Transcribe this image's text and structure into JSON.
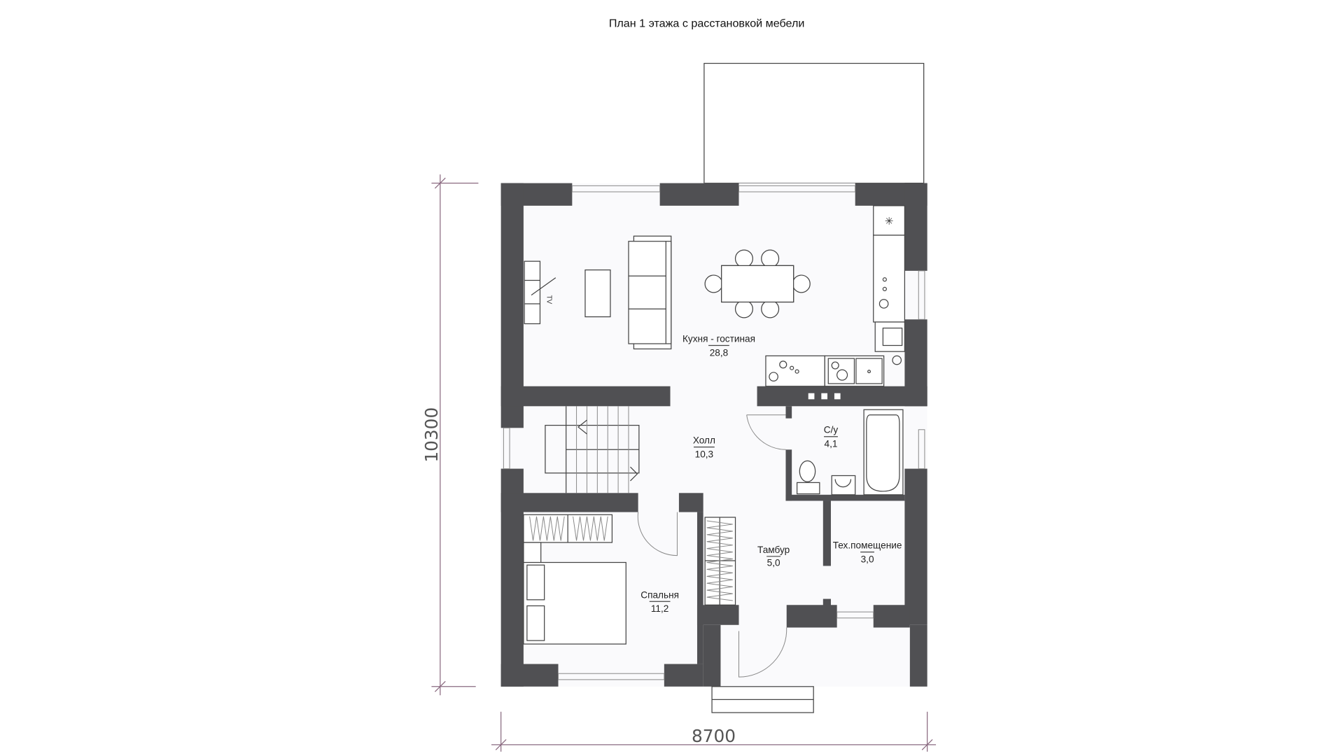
{
  "title": "План 1 этажа с расстановкой мебели",
  "rooms": [
    {
      "name": "Кухня - гостиная",
      "area": "28,8"
    },
    {
      "name": "Холл",
      "area": "10,3"
    },
    {
      "name": "С/у",
      "area": "4,1"
    },
    {
      "name": "Тамбур",
      "area": "5,0"
    },
    {
      "name": "Тех.помещение",
      "area": "3,0"
    },
    {
      "name": "Спальня",
      "area": "11,2"
    }
  ],
  "furniture": {
    "tv_label": "TV"
  },
  "dimensions": {
    "width": "8700",
    "height": "10300"
  },
  "colors": {
    "wall": "#505053",
    "dimension": "#8a6a80"
  }
}
